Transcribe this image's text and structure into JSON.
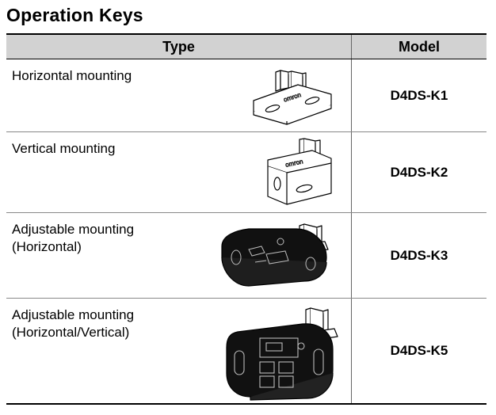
{
  "title": "Operation Keys",
  "table": {
    "headers": {
      "type": "Type",
      "model": "Model"
    },
    "rows": [
      {
        "type": "Horizontal mounting",
        "model": "D4DS-K1",
        "image": "horizontal-key-icon"
      },
      {
        "type": "Vertical mounting",
        "model": "D4DS-K2",
        "image": "vertical-key-icon"
      },
      {
        "type": "Adjustable mounting\n(Horizontal)",
        "model": "D4DS-K3",
        "image": "adjustable-horizontal-key-icon"
      },
      {
        "type": "Adjustable mounting\n(Horizontal/Vertical)",
        "model": "D4DS-K5",
        "image": "adjustable-hv-key-icon"
      }
    ]
  },
  "logo_text": "omron"
}
